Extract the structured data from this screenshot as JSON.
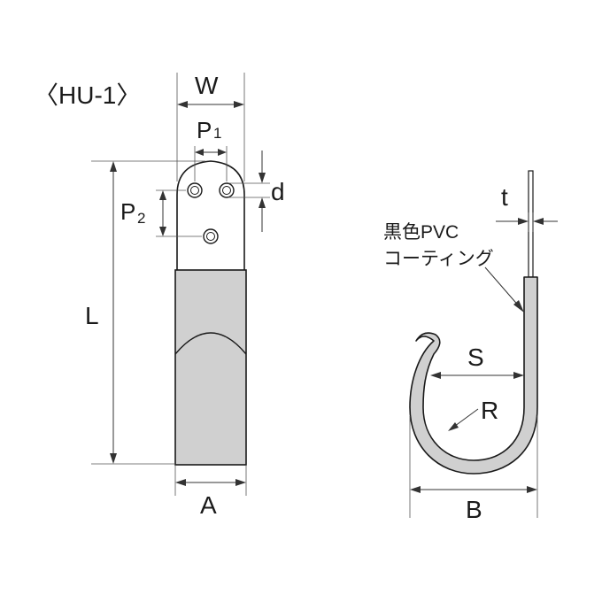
{
  "title": "〈HU-1〉",
  "dimensions": {
    "W": "W",
    "P1": "P",
    "P1_sub": "1",
    "P2": "P",
    "P2_sub": "2",
    "d": "d",
    "L": "L",
    "A": "A",
    "t": "t",
    "S": "S",
    "R": "R",
    "B": "B"
  },
  "coating_label": {
    "line1": "黒色PVC",
    "line2": "コーティング"
  },
  "colors": {
    "coating": "#d0d0d0",
    "outline": "#1a1a1a",
    "background": "#ffffff"
  }
}
